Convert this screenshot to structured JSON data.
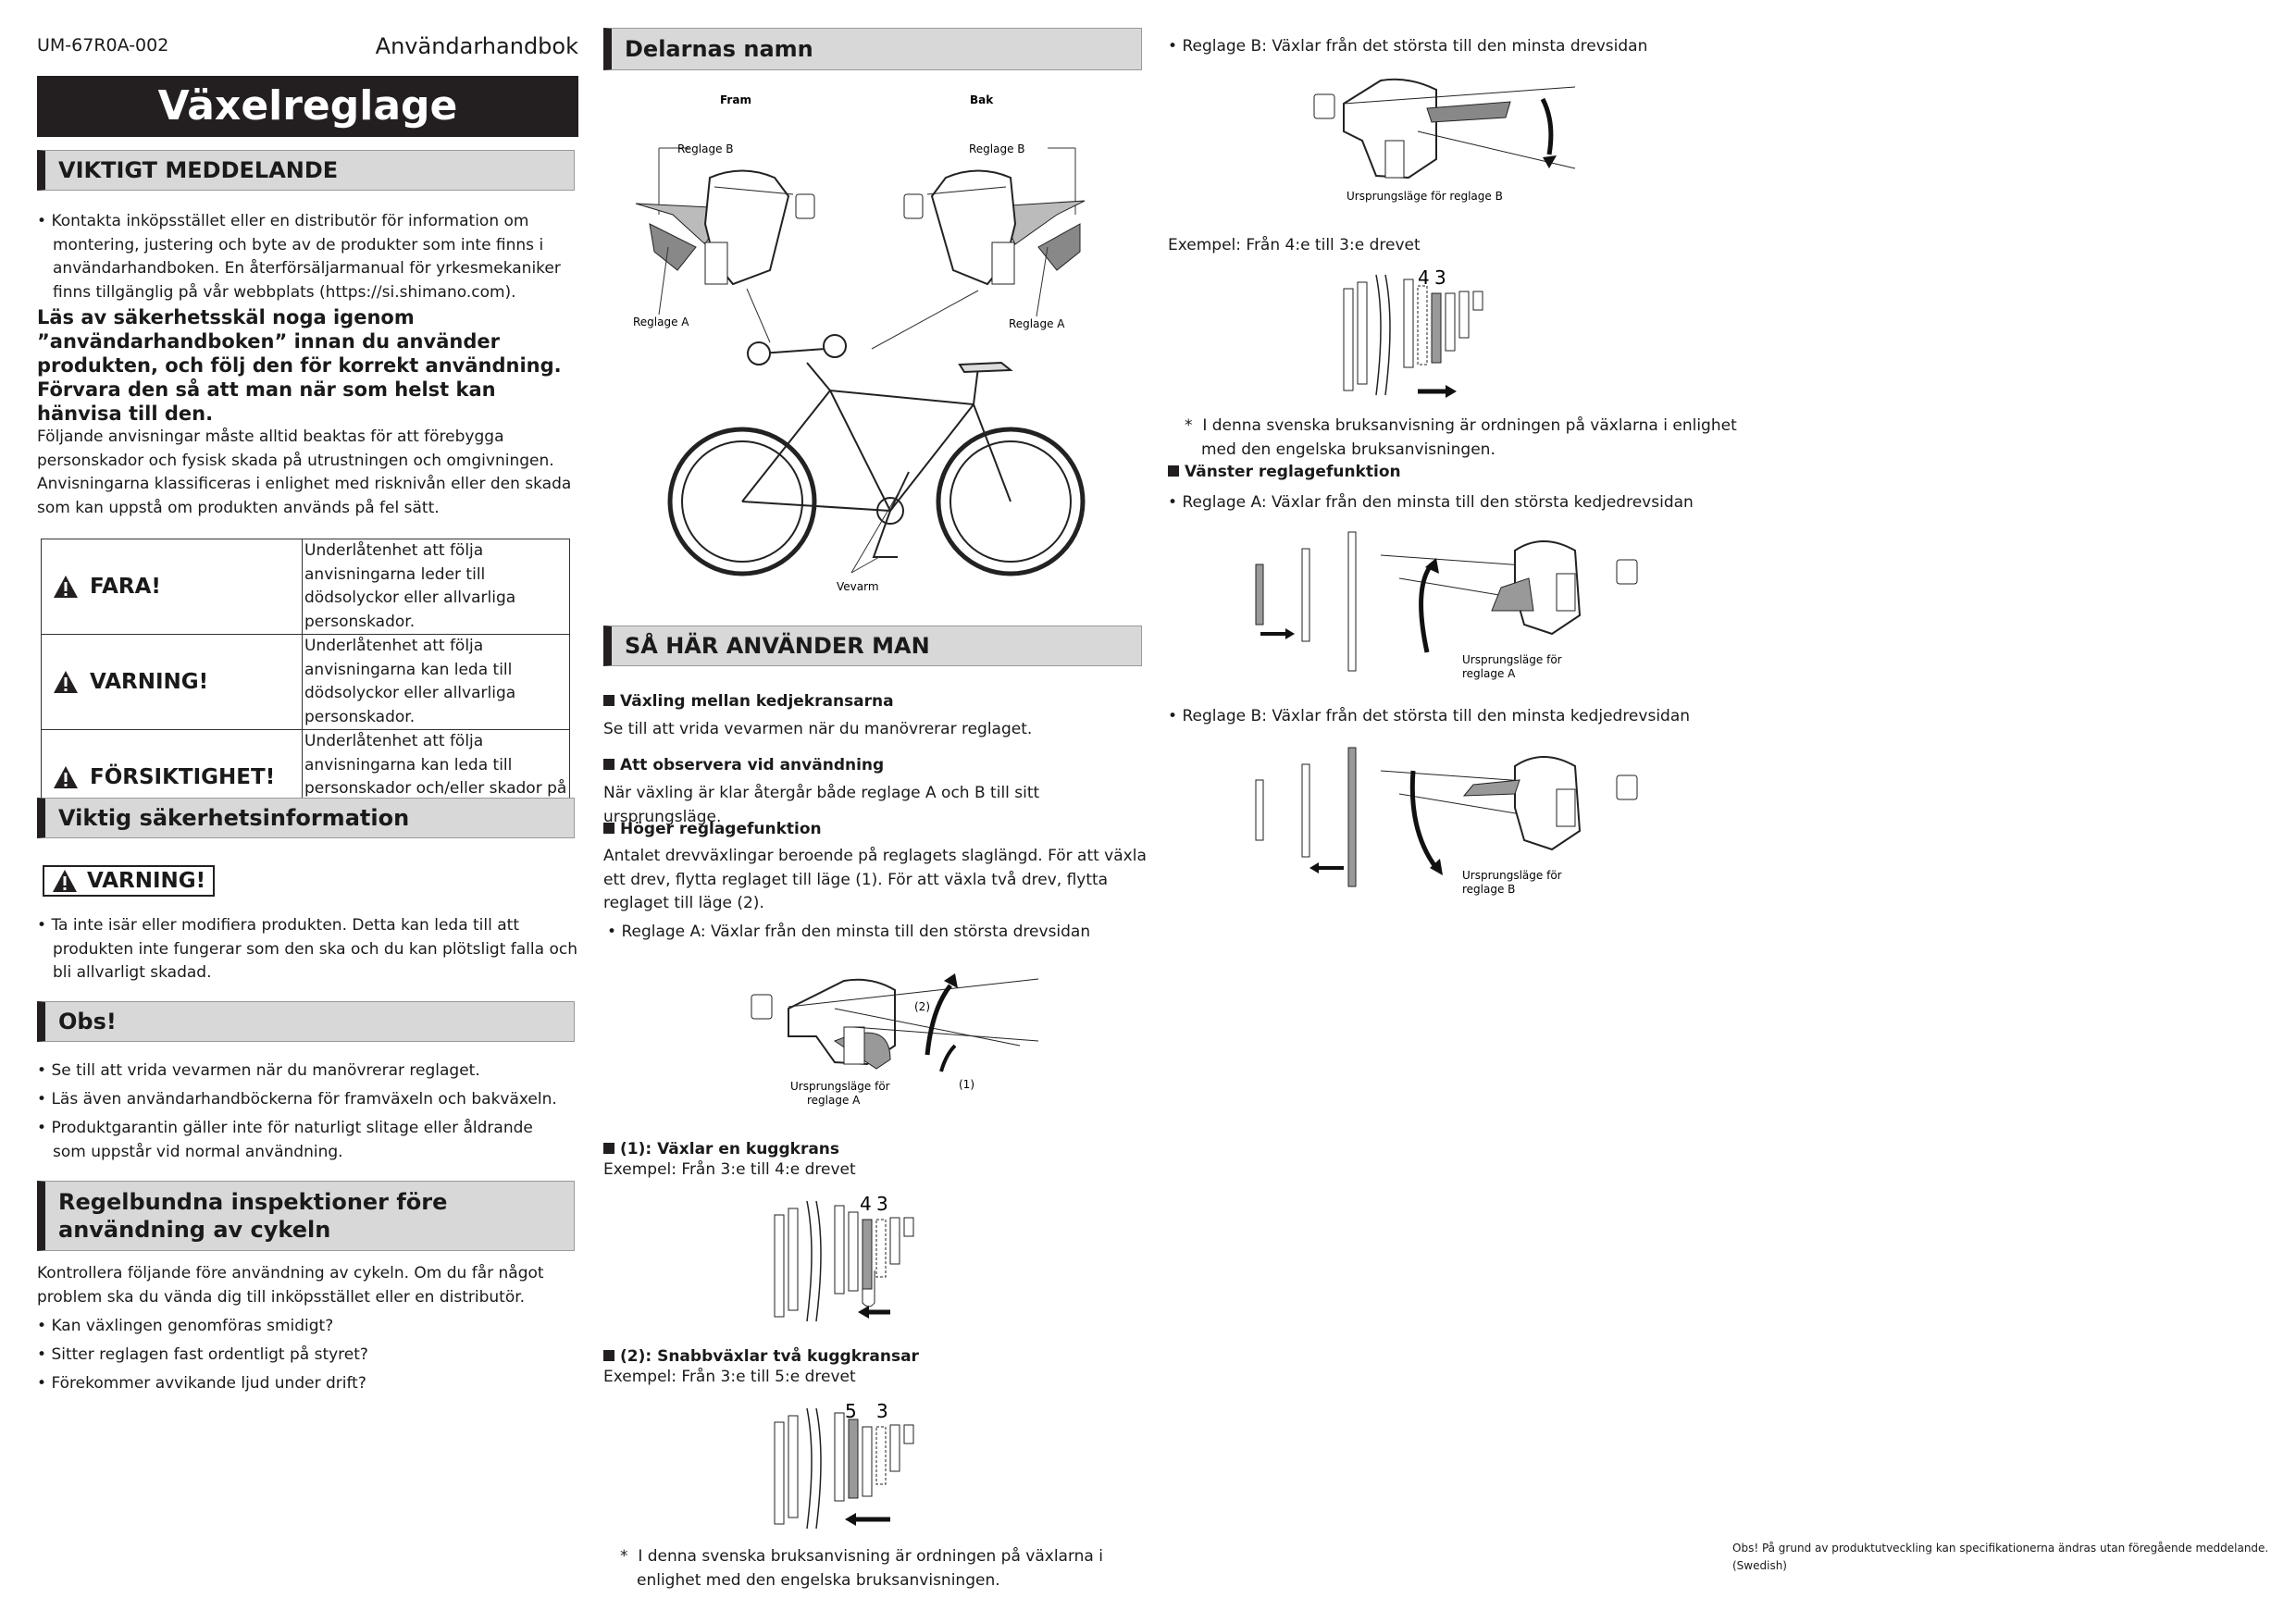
{
  "header": {
    "doc_id": "UM-67R0A-002",
    "doc_type": "Användarhandbok"
  },
  "title": "Växelreglage",
  "col1": {
    "sec1_title": "VIKTIGT MEDDELANDE",
    "notice_bullet": "Kontakta inköpsstället eller en distributör för information om montering, justering och byte av de produkter som inte finns i användarhandboken. En återförsäljarmanual för yrkesmekaniker finns tillgänglig på vår webbplats (https://si.shimano.com).",
    "bold_notice": "Läs av säkerhetsskäl noga igenom ”användarhandboken” innan du använder produkten, och följ den för korrekt användning. Förvara den så att man när som helst kan hänvisa till den.",
    "intro_text": "Följande anvisningar måste alltid beaktas för att förebygga personskador och fysisk skada på utrustningen och omgivningen. Anvisningarna klassificeras i enlighet med risknivån eller den skada som kan uppstå om produkten används på fel sätt.",
    "hazards": [
      {
        "label": "FARA!",
        "desc": "Underlåtenhet att följa anvisningarna leder till dödsolyckor eller allvarliga personskador."
      },
      {
        "label": "VARNING!",
        "desc": "Underlåtenhet att följa anvisningarna kan leda till dödsolyckor eller allvarliga personskador."
      },
      {
        "label": "FÖRSIKTIGHET!",
        "desc": "Underlåtenhet att följa anvisningarna kan leda till personskador och/eller skador på utrustningen och omgivningen."
      }
    ],
    "sec2_title": "Viktig säkerhetsinformation",
    "warning_label": "VARNING!",
    "warning_bullet": "Ta inte isär eller modifiera produkten. Detta kan leda till att produkten inte fungerar som den ska och du kan plötsligt falla och bli allvarligt skadad.",
    "sec3_title": "Obs!",
    "obs_bullets": [
      "Se till att vrida vevarmen när du manövrerar reglaget.",
      "Läs även användarhandböckerna för framväxeln och bakväxeln.",
      "Produktgarantin gäller inte för naturligt slitage eller åldrande som uppstår vid normal användning."
    ],
    "sec4_title": "Regelbundna inspektioner före användning av cykeln",
    "inspection_intro": "Kontrollera följande före användning av cykeln. Om du får något problem ska du vända dig till inköpsstället eller en distributör.",
    "inspection_bullets": [
      "Kan växlingen genomföras smidigt?",
      "Sitter reglagen fast ordentligt på styret?",
      "Förekommer avvikande ljud under drift?"
    ]
  },
  "col2": {
    "sec1_title": "Delarnas namn",
    "fig_labels": {
      "fram": "Fram",
      "bak": "Bak",
      "reglage_b": "Reglage B",
      "reglage_a": "Reglage A",
      "vevarm": "Vevarm"
    },
    "sec2_title": "SÅ HÄR ANVÄNDER MAN",
    "sub1_title": "Växling mellan kedjekransarna",
    "sub1_text": "Se till att vrida vevarmen när du manövrerar reglaget.",
    "sub2_title": "Att observera vid användning",
    "sub2_text": "När växling är klar återgår både reglage A och B till sitt ursprungsläge.",
    "sub3_title": "Höger reglagefunktion",
    "sub3_text": "Antalet drevväxlingar beroende på reglagets slaglängd. För att växla ett drev, flytta reglaget till läge (1). För att växla två drev, flytta reglaget till läge (2).",
    "lever_a_bullet": "Reglage A: Växlar från den minsta till den största drevsidan",
    "fig_pos2": "(2)",
    "fig_pos1": "(1)",
    "fig_orig_a_1": "Ursprungsläge för",
    "fig_orig_a_2": "reglage A",
    "one_sprocket_title": "(1): Växlar en kuggkrans",
    "one_sprocket_example": "Exempel: Från 3:e till 4:e drevet",
    "num_4": "4",
    "num_3": "3",
    "two_sprocket_title": "(2): Snabbväxlar två kuggkransar",
    "two_sprocket_example": "Exempel: Från 3:e till 5:e drevet",
    "num_5": "5",
    "num_3b": "3",
    "footnote": "I denna svenska bruksanvisning är ordningen på växlarna i enlighet med den engelska bruksanvisningen."
  },
  "col3": {
    "lever_b_bullet": "Reglage B: Växlar från det största till den minsta drevsidan",
    "fig_orig_b": "Ursprungsläge för reglage B",
    "example_4_to_3": "Exempel: Från 4:e till 3:e drevet",
    "num_4": "4",
    "num_3": "3",
    "footnote": "I denna svenska bruksanvisning är ordningen på växlarna i enlighet med den engelska bruksanvisningen.",
    "left_title": "Vänster reglagefunktion",
    "left_a_bullet": "Reglage A: Växlar från den minsta till den största kedjedrevsidan",
    "left_a_orig_1": "Ursprungsläge för",
    "left_a_orig_2": "reglage A",
    "left_b_bullet": "Reglage B: Växlar från det största till den minsta kedjedrevsidan",
    "left_b_orig_1": "Ursprungsläge för",
    "left_b_orig_2": "reglage B"
  },
  "footer_note": {
    "line1": "Obs! På grund av produktutveckling kan specifikationerna ändras utan föregående meddelande.",
    "line2": "(Swedish)"
  }
}
